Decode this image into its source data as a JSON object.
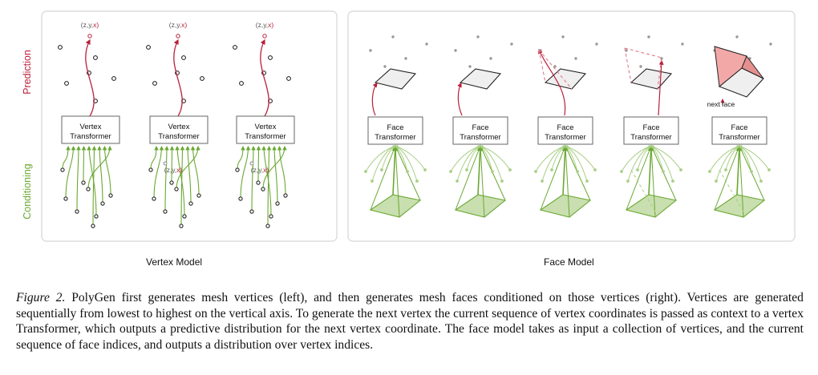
{
  "labels": {
    "prediction": "Prediction",
    "conditioning": "Conditioning",
    "vertex_transformer_line1": "Vertex",
    "vertex_transformer_line2": "Transformer",
    "face_transformer_line1": "Face",
    "face_transformer_line2": "Transformer",
    "coord_z": "(z,",
    "coord_y": "y,",
    "coord_x": "x)",
    "next_face": "next face"
  },
  "captions": {
    "vertex_model": "Vertex Model",
    "face_model": "Face Model"
  },
  "figure_caption": {
    "label": "Figure 2.",
    "text": " PolyGen first generates mesh vertices (left), and then generates mesh faces conditioned on those vertices (right). Vertices are generated sequentially from lowest to highest on the vertical axis. To generate the next vertex the current sequence of vertex coordinates is passed as context to a vertex Transformer, which outputs a predictive distribution for the next vertex coordinate. The face model takes as input a collection of vertices, and the current sequence of face indices, and outputs a distribution over vertex indices."
  },
  "colors": {
    "prediction_red": "#b8203a",
    "conditioning_green": "#6aa832",
    "green_fill": "#c9dfb0",
    "red_fill": "#f3a8a8",
    "panel_border": "#d5d5d5"
  }
}
